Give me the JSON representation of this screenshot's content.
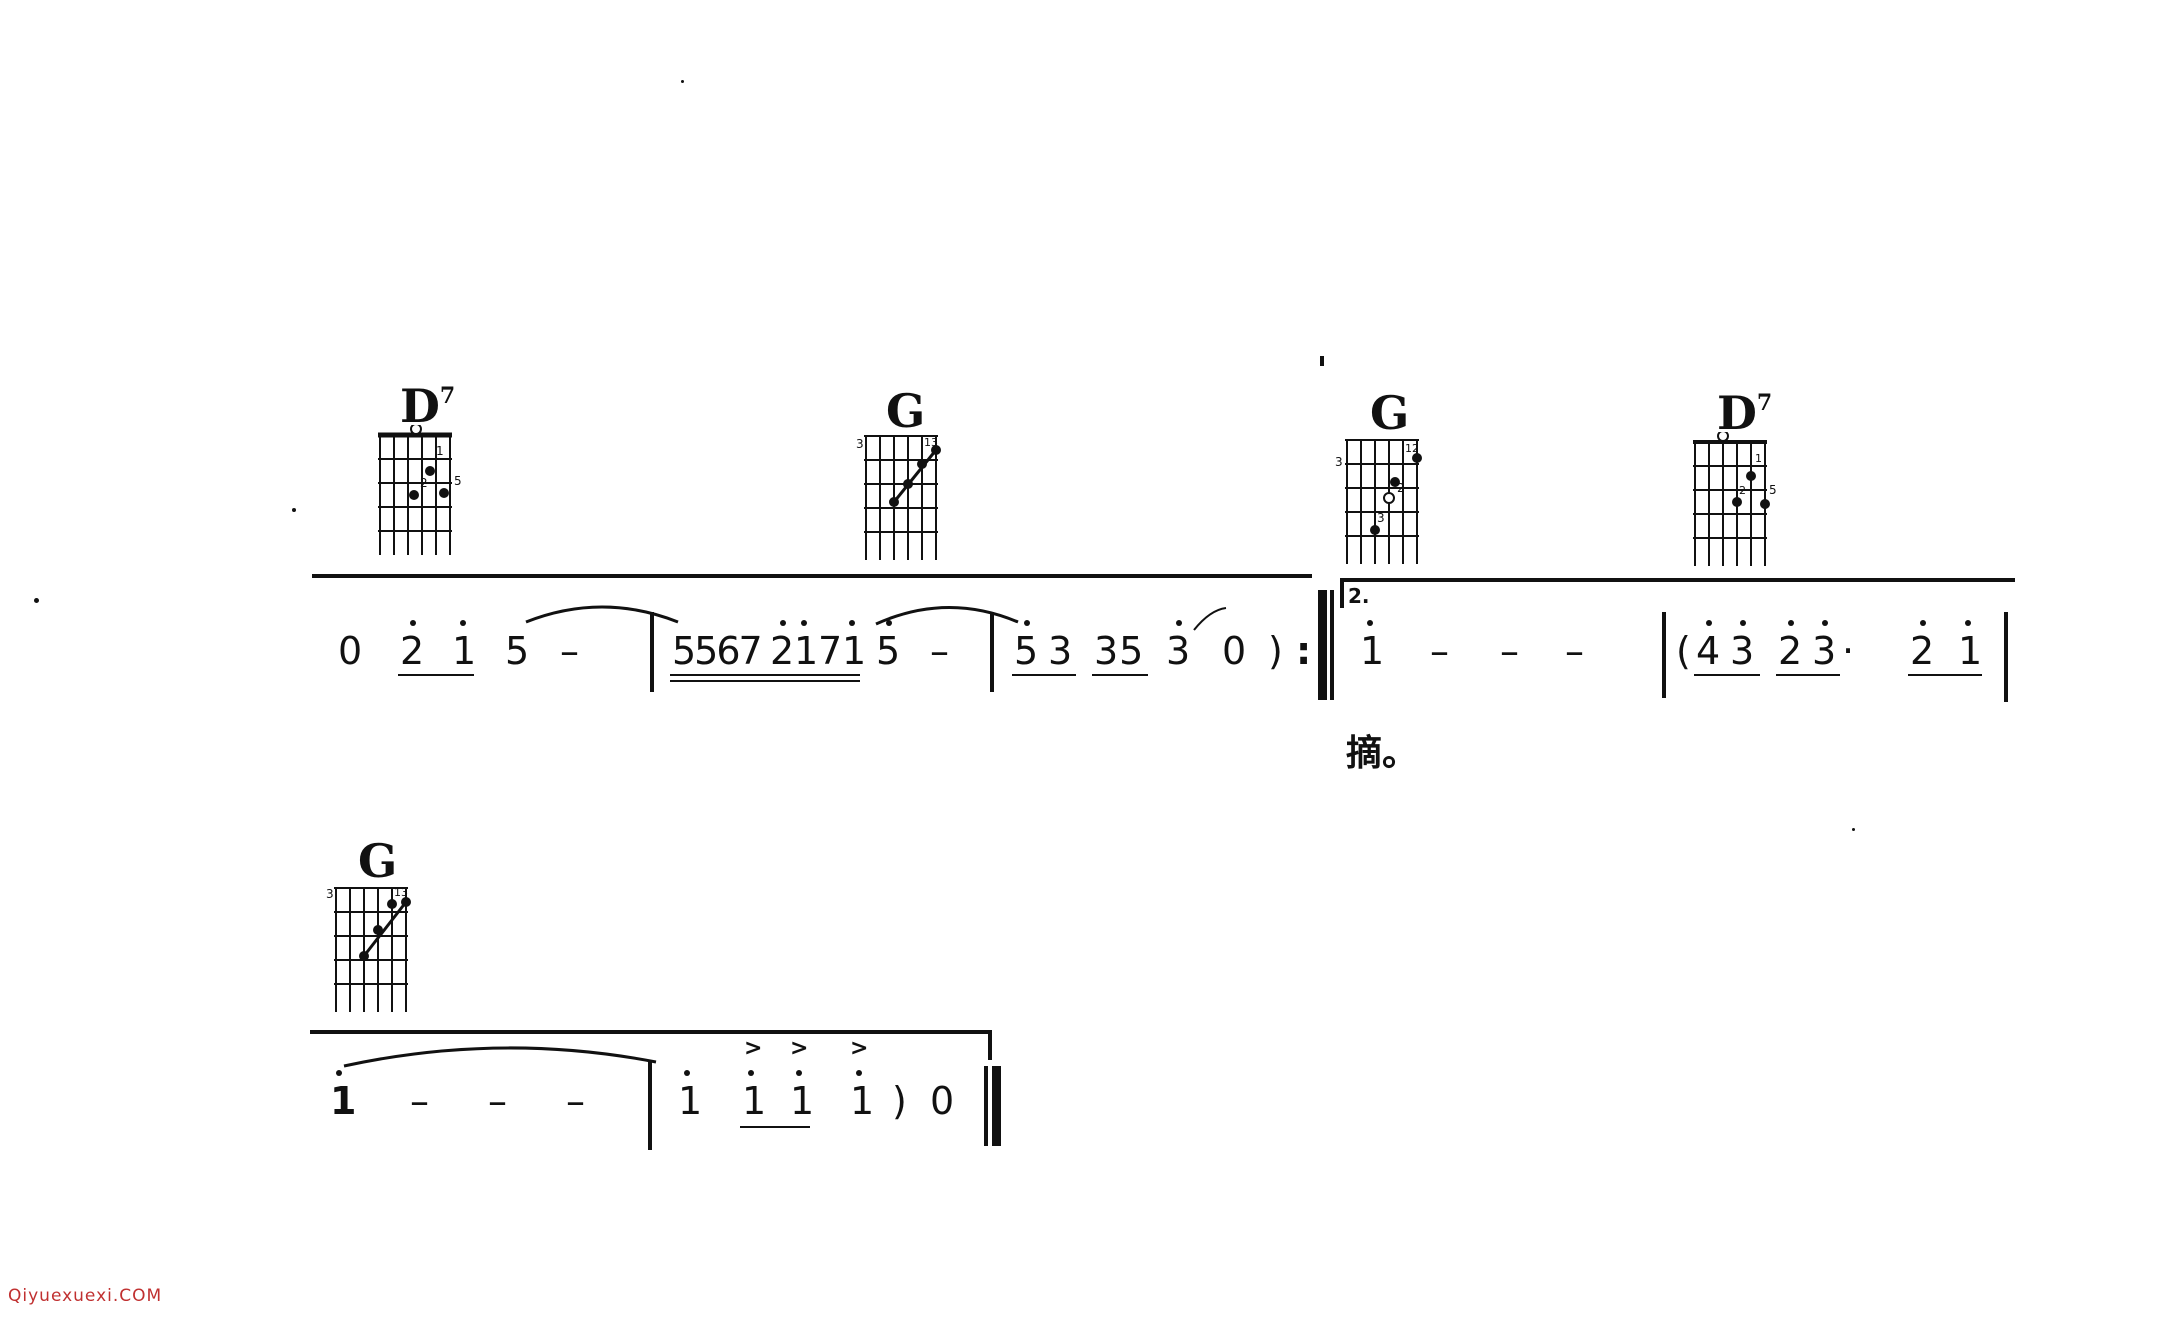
{
  "chords": {
    "c1": {
      "root": "D",
      "ext": "7"
    },
    "c2": {
      "root": "G",
      "ext": ""
    },
    "c3": {
      "root": "G",
      "ext": ""
    },
    "c4": {
      "root": "D",
      "ext": "7"
    },
    "c5": {
      "root": "G",
      "ext": ""
    }
  },
  "row1": {
    "m1": [
      "0",
      "2",
      "1",
      "5",
      "–"
    ],
    "m2": [
      "5567",
      "2",
      "1",
      "7",
      "1",
      "5",
      "–"
    ],
    "m3": [
      "5",
      "3",
      "35",
      "3",
      "0",
      ")",
      ":"
    ],
    "ending_number": "2.",
    "m4": [
      "1",
      "–",
      "–",
      "–"
    ],
    "m5": [
      "(",
      "4",
      "3",
      "2",
      "3",
      "·",
      "2",
      "1"
    ]
  },
  "lyric": "摘。",
  "row2": {
    "m1": [
      "1",
      "–",
      "–",
      "–"
    ],
    "m2": [
      "1",
      "1",
      "1",
      "1",
      ")",
      "0"
    ],
    "accents": [
      ">",
      ">",
      ">"
    ]
  },
  "watermark": "Qiyuexuexi.COM",
  "colors": {
    "ink": "#111111",
    "watermark": "#c03030",
    "paper": "#ffffff"
  }
}
